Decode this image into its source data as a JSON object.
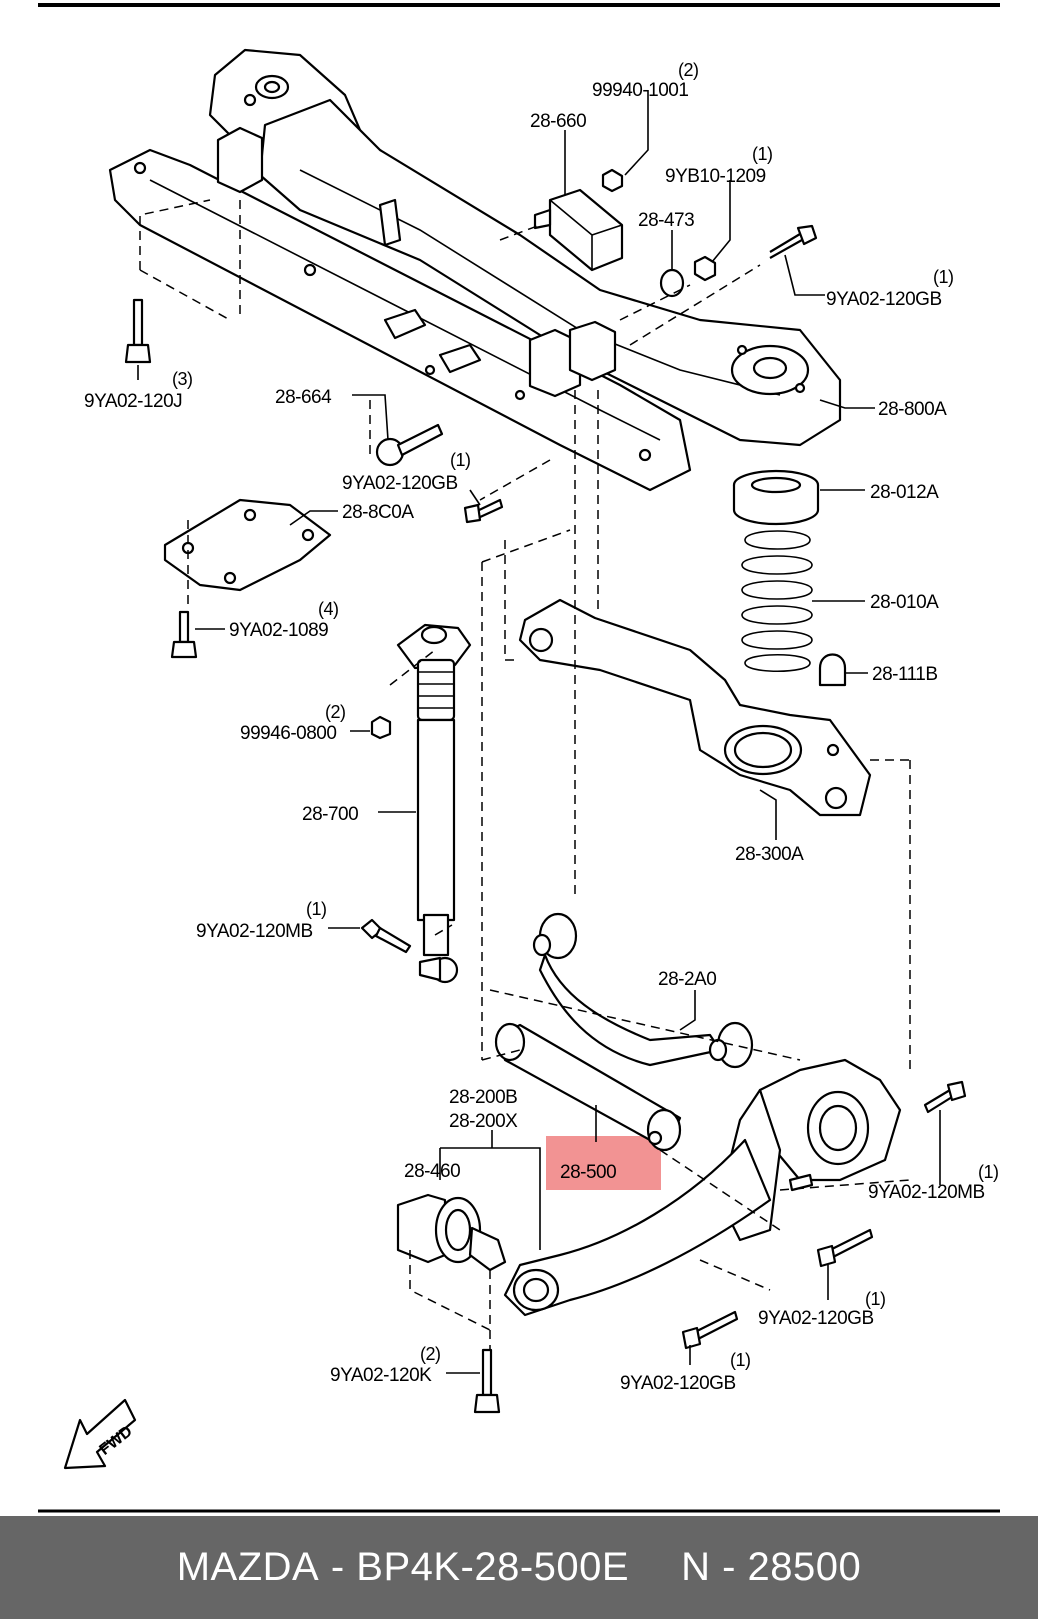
{
  "diagram": {
    "callouts": [
      {
        "id": "c1",
        "part": "99940-1001",
        "qty": "(2)"
      },
      {
        "id": "c2",
        "part": "28-660",
        "qty": ""
      },
      {
        "id": "c3",
        "part": "9YB10-1209",
        "qty": "(1)"
      },
      {
        "id": "c4",
        "part": "28-473",
        "qty": ""
      },
      {
        "id": "c5",
        "part": "9YA02-120GB",
        "qty": "(1)"
      },
      {
        "id": "c6",
        "part": "9YA02-120J",
        "qty": "(3)"
      },
      {
        "id": "c7",
        "part": "28-800A",
        "qty": ""
      },
      {
        "id": "c8",
        "part": "28-664",
        "qty": ""
      },
      {
        "id": "c9",
        "part": "9YA02-120GB",
        "qty": "(1)"
      },
      {
        "id": "c10",
        "part": "28-012A",
        "qty": ""
      },
      {
        "id": "c11",
        "part": "28-8C0A",
        "qty": ""
      },
      {
        "id": "c12",
        "part": "28-010A",
        "qty": ""
      },
      {
        "id": "c13",
        "part": "9YA02-1089",
        "qty": "(4)"
      },
      {
        "id": "c14",
        "part": "28-111B",
        "qty": ""
      },
      {
        "id": "c15",
        "part": "99946-0800",
        "qty": "(2)"
      },
      {
        "id": "c16",
        "part": "28-700",
        "qty": ""
      },
      {
        "id": "c17",
        "part": "28-300A",
        "qty": ""
      },
      {
        "id": "c18",
        "part": "9YA02-120MB",
        "qty": "(1)"
      },
      {
        "id": "c19",
        "part": "28-2A0",
        "qty": ""
      },
      {
        "id": "c20",
        "part": "28-200B",
        "qty": ""
      },
      {
        "id": "c21",
        "part": "28-200X",
        "qty": ""
      },
      {
        "id": "c22",
        "part": "28-460",
        "qty": ""
      },
      {
        "id": "c23",
        "part": "28-500",
        "qty": ""
      },
      {
        "id": "c24",
        "part": "9YA02-120MB",
        "qty": "(1)"
      },
      {
        "id": "c25",
        "part": "9YA02-120GB",
        "qty": "(1)"
      },
      {
        "id": "c26",
        "part": "9YA02-120K",
        "qty": "(2)"
      },
      {
        "id": "c27",
        "part": "9YA02-120GB",
        "qty": "(1)"
      }
    ],
    "fwd_label": "FWD",
    "highlight_color": "#f08080"
  },
  "footer": {
    "brand": "MAZDA",
    "part_number": "BP4K-28-500E",
    "ref_label": "N",
    "ref_number": "28500"
  }
}
